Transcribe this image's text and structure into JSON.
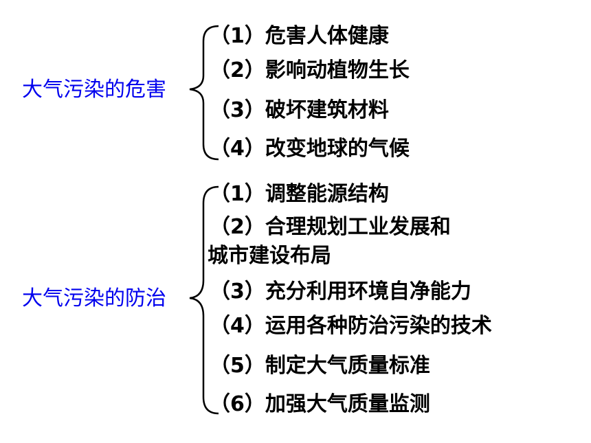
{
  "sections": [
    {
      "topic": "大气污染的危害",
      "items": [
        "（1）危害人体健康",
        "（2）影响动植物生长",
        "（3）破坏建筑材料",
        "（4）改变地球的气候"
      ]
    },
    {
      "topic": "大气污染的防治",
      "items": [
        "（1）调整能源结构",
        "（2）合理规划工业发展和",
        "城市建设布局",
        "（3）充分利用环境自净能力",
        "（4）运用各种防治污染的技术",
        "（5）制定大气质量标准",
        "（6）加强大气质量监测"
      ]
    }
  ],
  "colors": {
    "topic": "#0000ee",
    "item": "#000000",
    "brace": "#000000"
  }
}
